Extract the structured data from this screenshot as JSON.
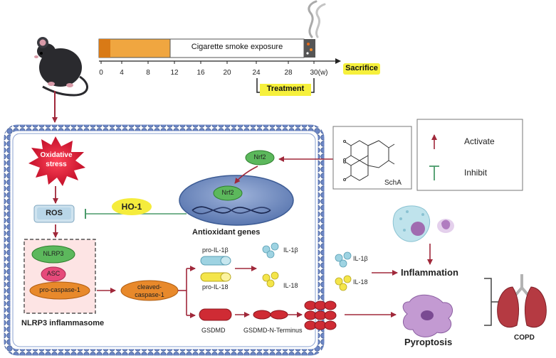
{
  "timeline": {
    "bar_label": "Cigarette smoke exposure",
    "ticks": [
      "0",
      "4",
      "8",
      "12",
      "16",
      "20",
      "24",
      "28",
      "30(w)"
    ],
    "end_label": "Sacrifice",
    "treatment_label": "Treatment"
  },
  "cell": {
    "oxidative_stress": "Oxidative stress",
    "ros": "ROS",
    "ho1": "HO-1",
    "nrf2_cytoplasm": "Nrf2",
    "nrf2_nucleus": "Nrf2",
    "antioxidant_genes": "Antioxidant genes",
    "inflammasome": {
      "nlrp3": "NLRP3",
      "asc": "ASC",
      "pro_caspase": "pro-caspase-1",
      "title": "NLRP3  inflammasome"
    },
    "cleaved_caspase": "cleaved-caspase-1",
    "pro_il1b": "pro-IL-1β",
    "pro_il18": "pro-IL-18",
    "il1b": "IL-1β",
    "il18": "IL-18",
    "gsdmd": "GSDMD",
    "gsdmd_n": "GSDMD-N-Terminus"
  },
  "drug": {
    "name": "SchA"
  },
  "legend": {
    "activate": "Activate",
    "inhibit": "Inhibit"
  },
  "outside": {
    "il1b": "IL-1β",
    "il18": "IL-18",
    "inflammation": "Inflammation",
    "pyroptosis": "Pyroptosis",
    "copd": "COPD"
  },
  "colors": {
    "arrow": "#a0283a",
    "membrane": "#5b78b8",
    "inhibit": "#4a9a6a",
    "nucleus": "#5f7fb8",
    "ho1": "#f5ec3c",
    "orange": "#e07a1f"
  }
}
